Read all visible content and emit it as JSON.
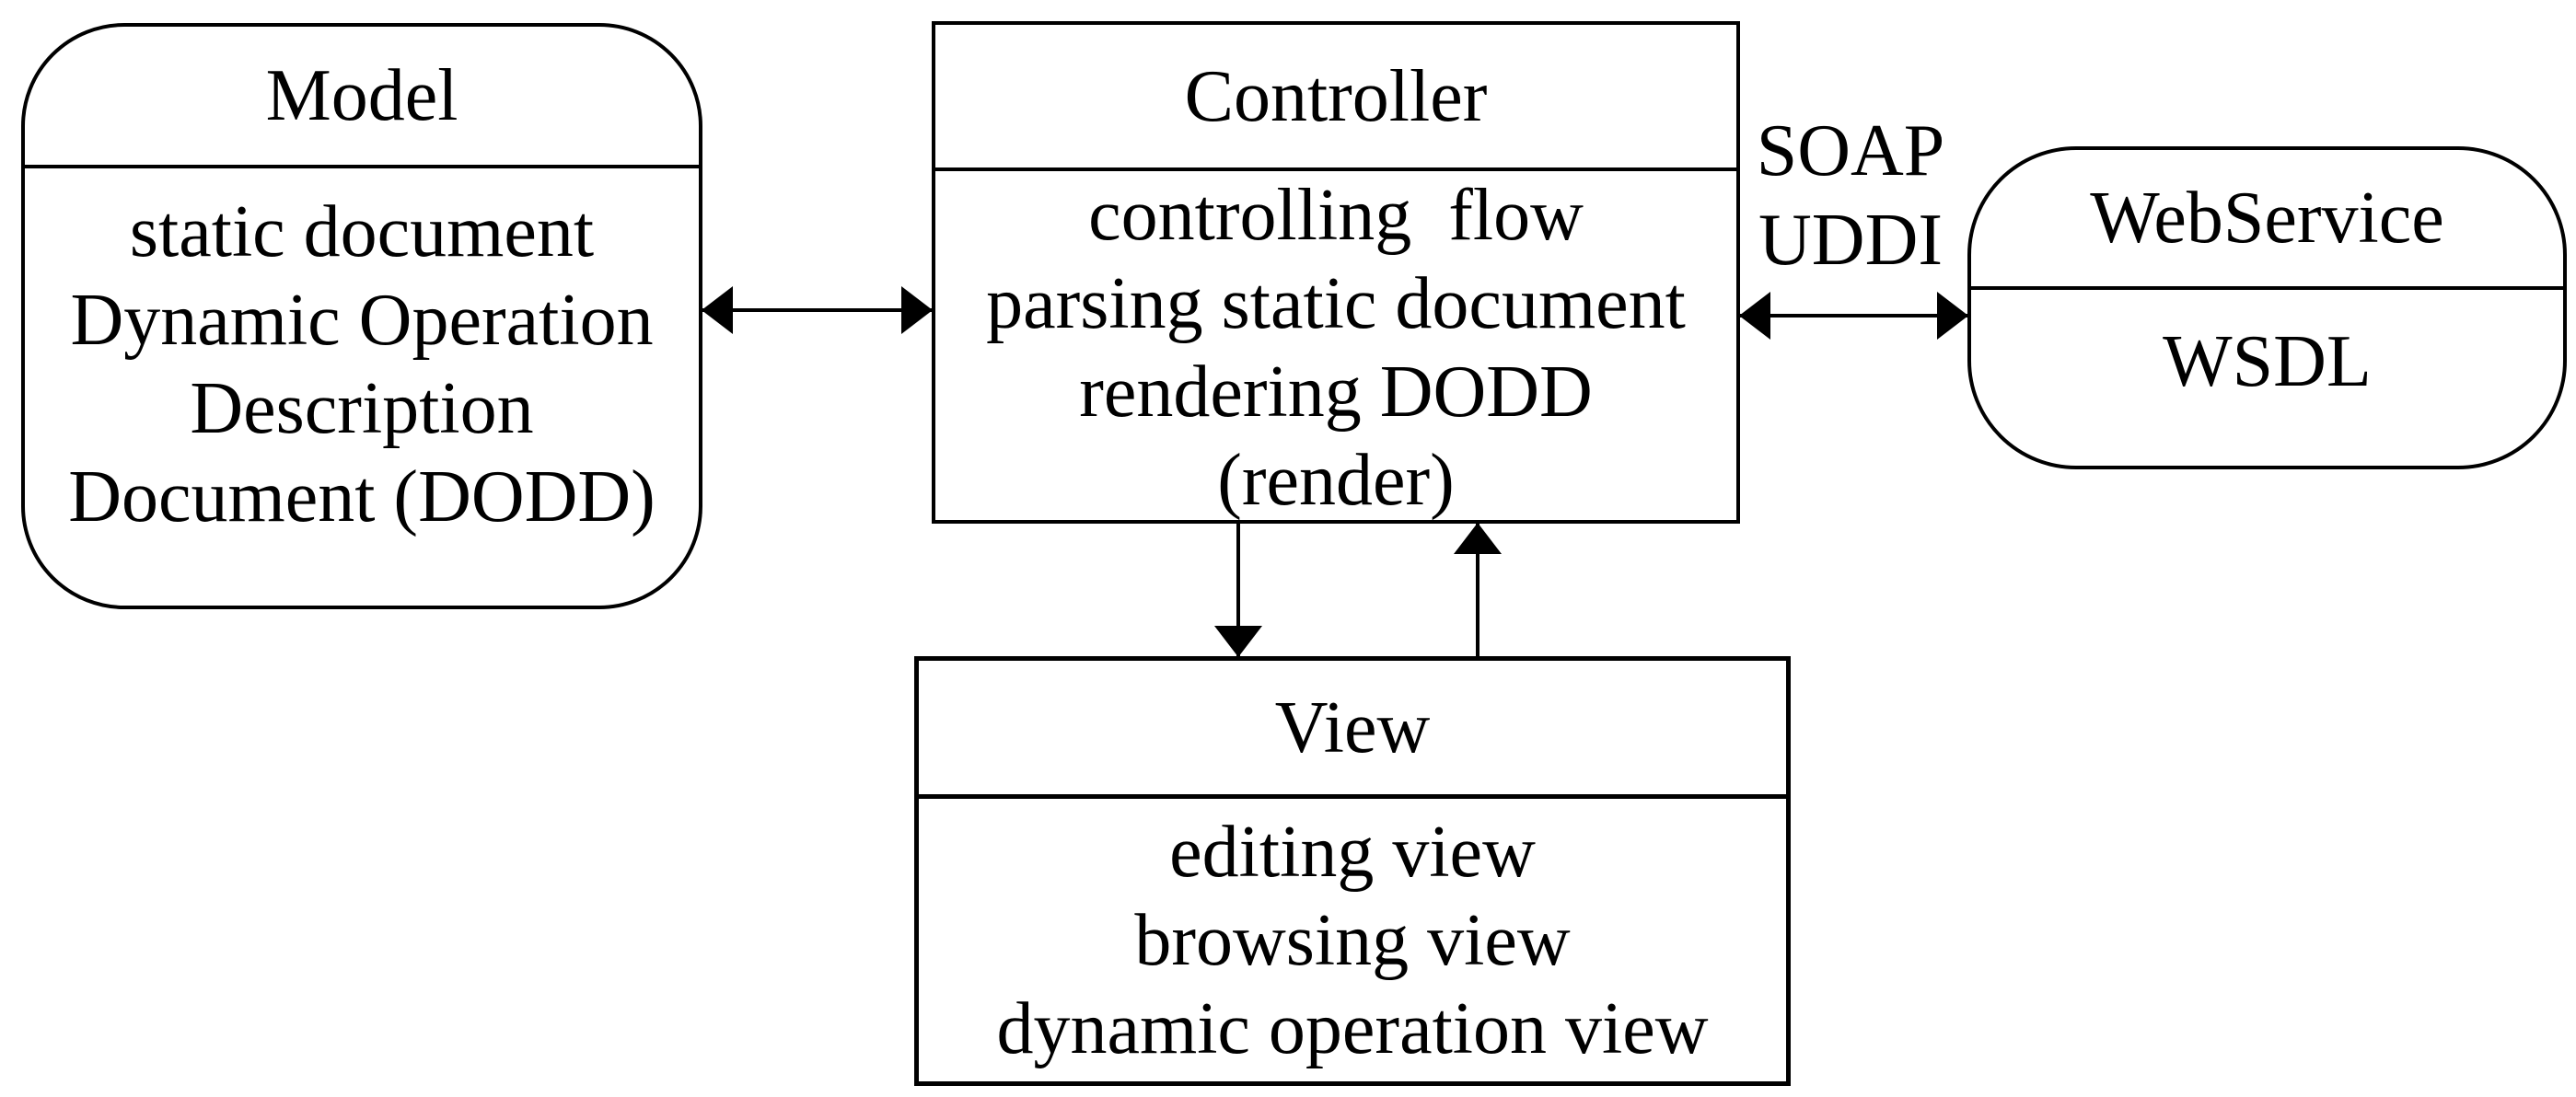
{
  "diagram": {
    "nodes": {
      "model": {
        "title": "Model",
        "lines": [
          "static document",
          "Dynamic Operation",
          "Description",
          "Document (DODD)"
        ]
      },
      "controller": {
        "title": "Controller",
        "lines": [
          "controlling  flow",
          "parsing static document",
          "rendering DODD",
          "(render)"
        ]
      },
      "webservice": {
        "title": "WebService",
        "lines": [
          "WSDL"
        ]
      },
      "view": {
        "title": "View",
        "lines": [
          "editing view",
          "browsing view",
          "dynamic operation view"
        ]
      }
    },
    "edge_labels": {
      "soap": "SOAP",
      "uddi": "UDDI"
    },
    "colors": {
      "stroke": "#000000",
      "background": "#ffffff",
      "text": "#000000"
    }
  }
}
